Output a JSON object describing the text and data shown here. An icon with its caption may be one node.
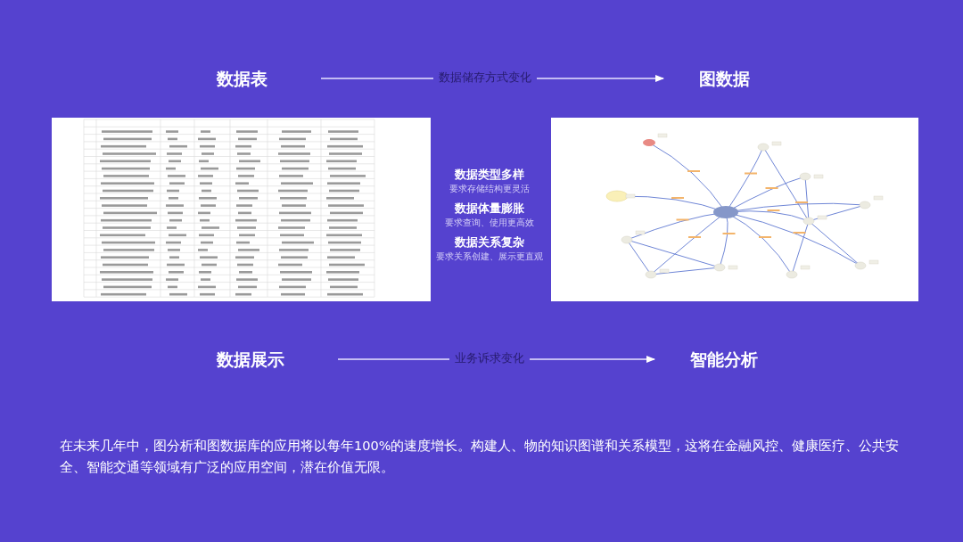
{
  "diagram": {
    "nodes": [
      {
        "text": [
          "数据表"
        ]
      },
      {
        "text": [
          "图数据"
        ]
      },
      {
        "text": [
          "数据展示"
        ]
      },
      {
        "text": [
          "智能分析"
        ]
      }
    ],
    "edges": [
      {
        "from": 0,
        "to": 1,
        "arrow": "to",
        "label": "数据储存方式变化"
      },
      {
        "from": 2,
        "to": 3,
        "arrow": "to",
        "label": "业务诉求变化"
      }
    ],
    "labels": [
      "数据类型多样",
      "要求存储结构更灵活",
      "数据体量膨胀",
      "要求查询、使用更高效",
      "数据关系复杂",
      "要求关系创建、展示更直观",
      "在未来几年中，图分析和图数据库的应用将以每年100%的速度增长。构建人、物的知识图谱和关系模型，这将在金融风控、健康医疗、公共安全、智能交通等领域有广泛的应用空间，潜在价值无限。"
    ]
  }
}
